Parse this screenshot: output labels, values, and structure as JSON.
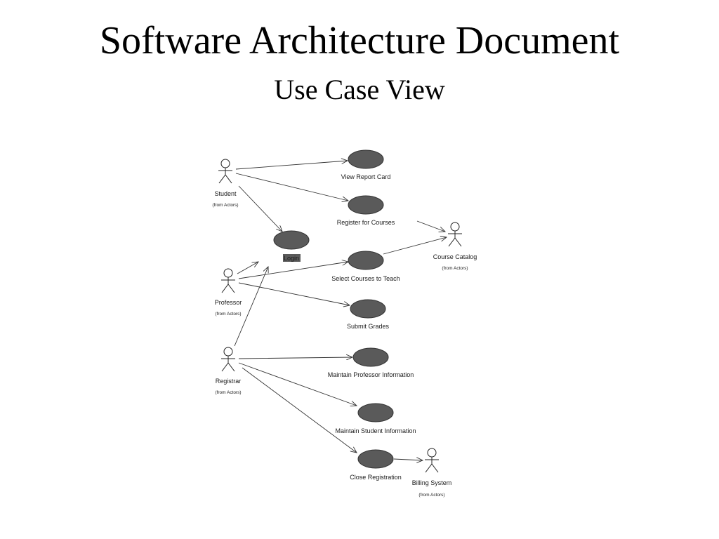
{
  "slide": {
    "title": "Software Architecture Document",
    "subtitle": "Use Case View"
  },
  "actor_package_note": "(from Actors)",
  "actors": {
    "student": "Student",
    "professor": "Professor",
    "registrar": "Registrar",
    "course_catalog": "Course Catalog",
    "billing_system": "Billing System"
  },
  "use_cases": {
    "view_report_card": "View Report Card",
    "register_for_courses": "Register for Courses",
    "login": "Login",
    "select_courses_to_teach": "Select Courses to Teach",
    "submit_grades": "Submit Grades",
    "maintain_professor_information": "Maintain Professor Information",
    "maintain_student_information": "Maintain Student Information",
    "close_registration": "Close Registration"
  },
  "colors": {
    "use_case_fill": "#5a5a5a",
    "line": "#333333",
    "background": "#ffffff"
  }
}
